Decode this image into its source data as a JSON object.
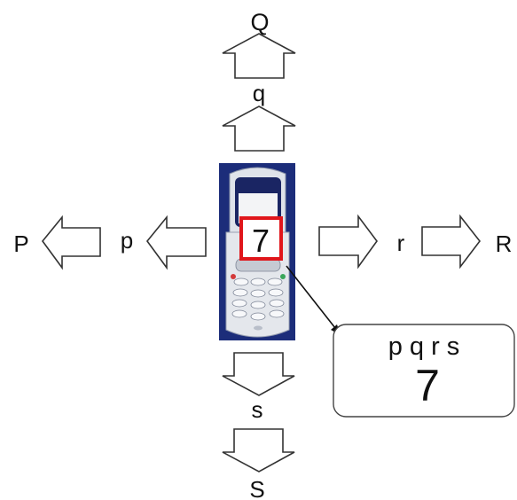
{
  "directions": {
    "up_outer": "Q",
    "up_inner": "q",
    "left_outer": "P",
    "left_inner": "p",
    "right_inner": "r",
    "right_outer": "R",
    "down_inner": "s",
    "down_outer": "S"
  },
  "phone": {
    "highlighted_key": "7"
  },
  "callout": {
    "letters": "p q r s",
    "digit": "7"
  },
  "colors": {
    "highlight_border": "#e0161b",
    "phone_background": "#1c2d7a",
    "arrow_stroke": "#333333"
  }
}
